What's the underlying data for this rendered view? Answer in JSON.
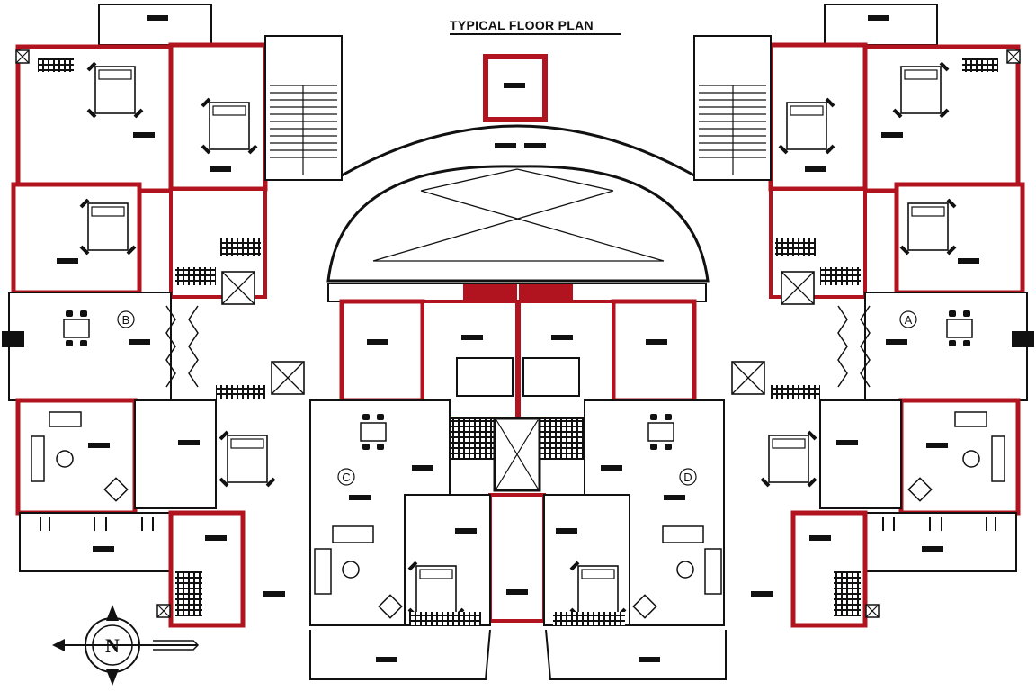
{
  "title": "TYPICAL FLOOR PLAN",
  "units": {
    "a": "A",
    "b": "B",
    "c": "C",
    "d": "D"
  },
  "north_arrow": {
    "letter": "N",
    "icon": "north-arrow-icon"
  },
  "colors": {
    "wall_fill": "#b1141f",
    "line": "#111111",
    "background": "#ffffff"
  }
}
